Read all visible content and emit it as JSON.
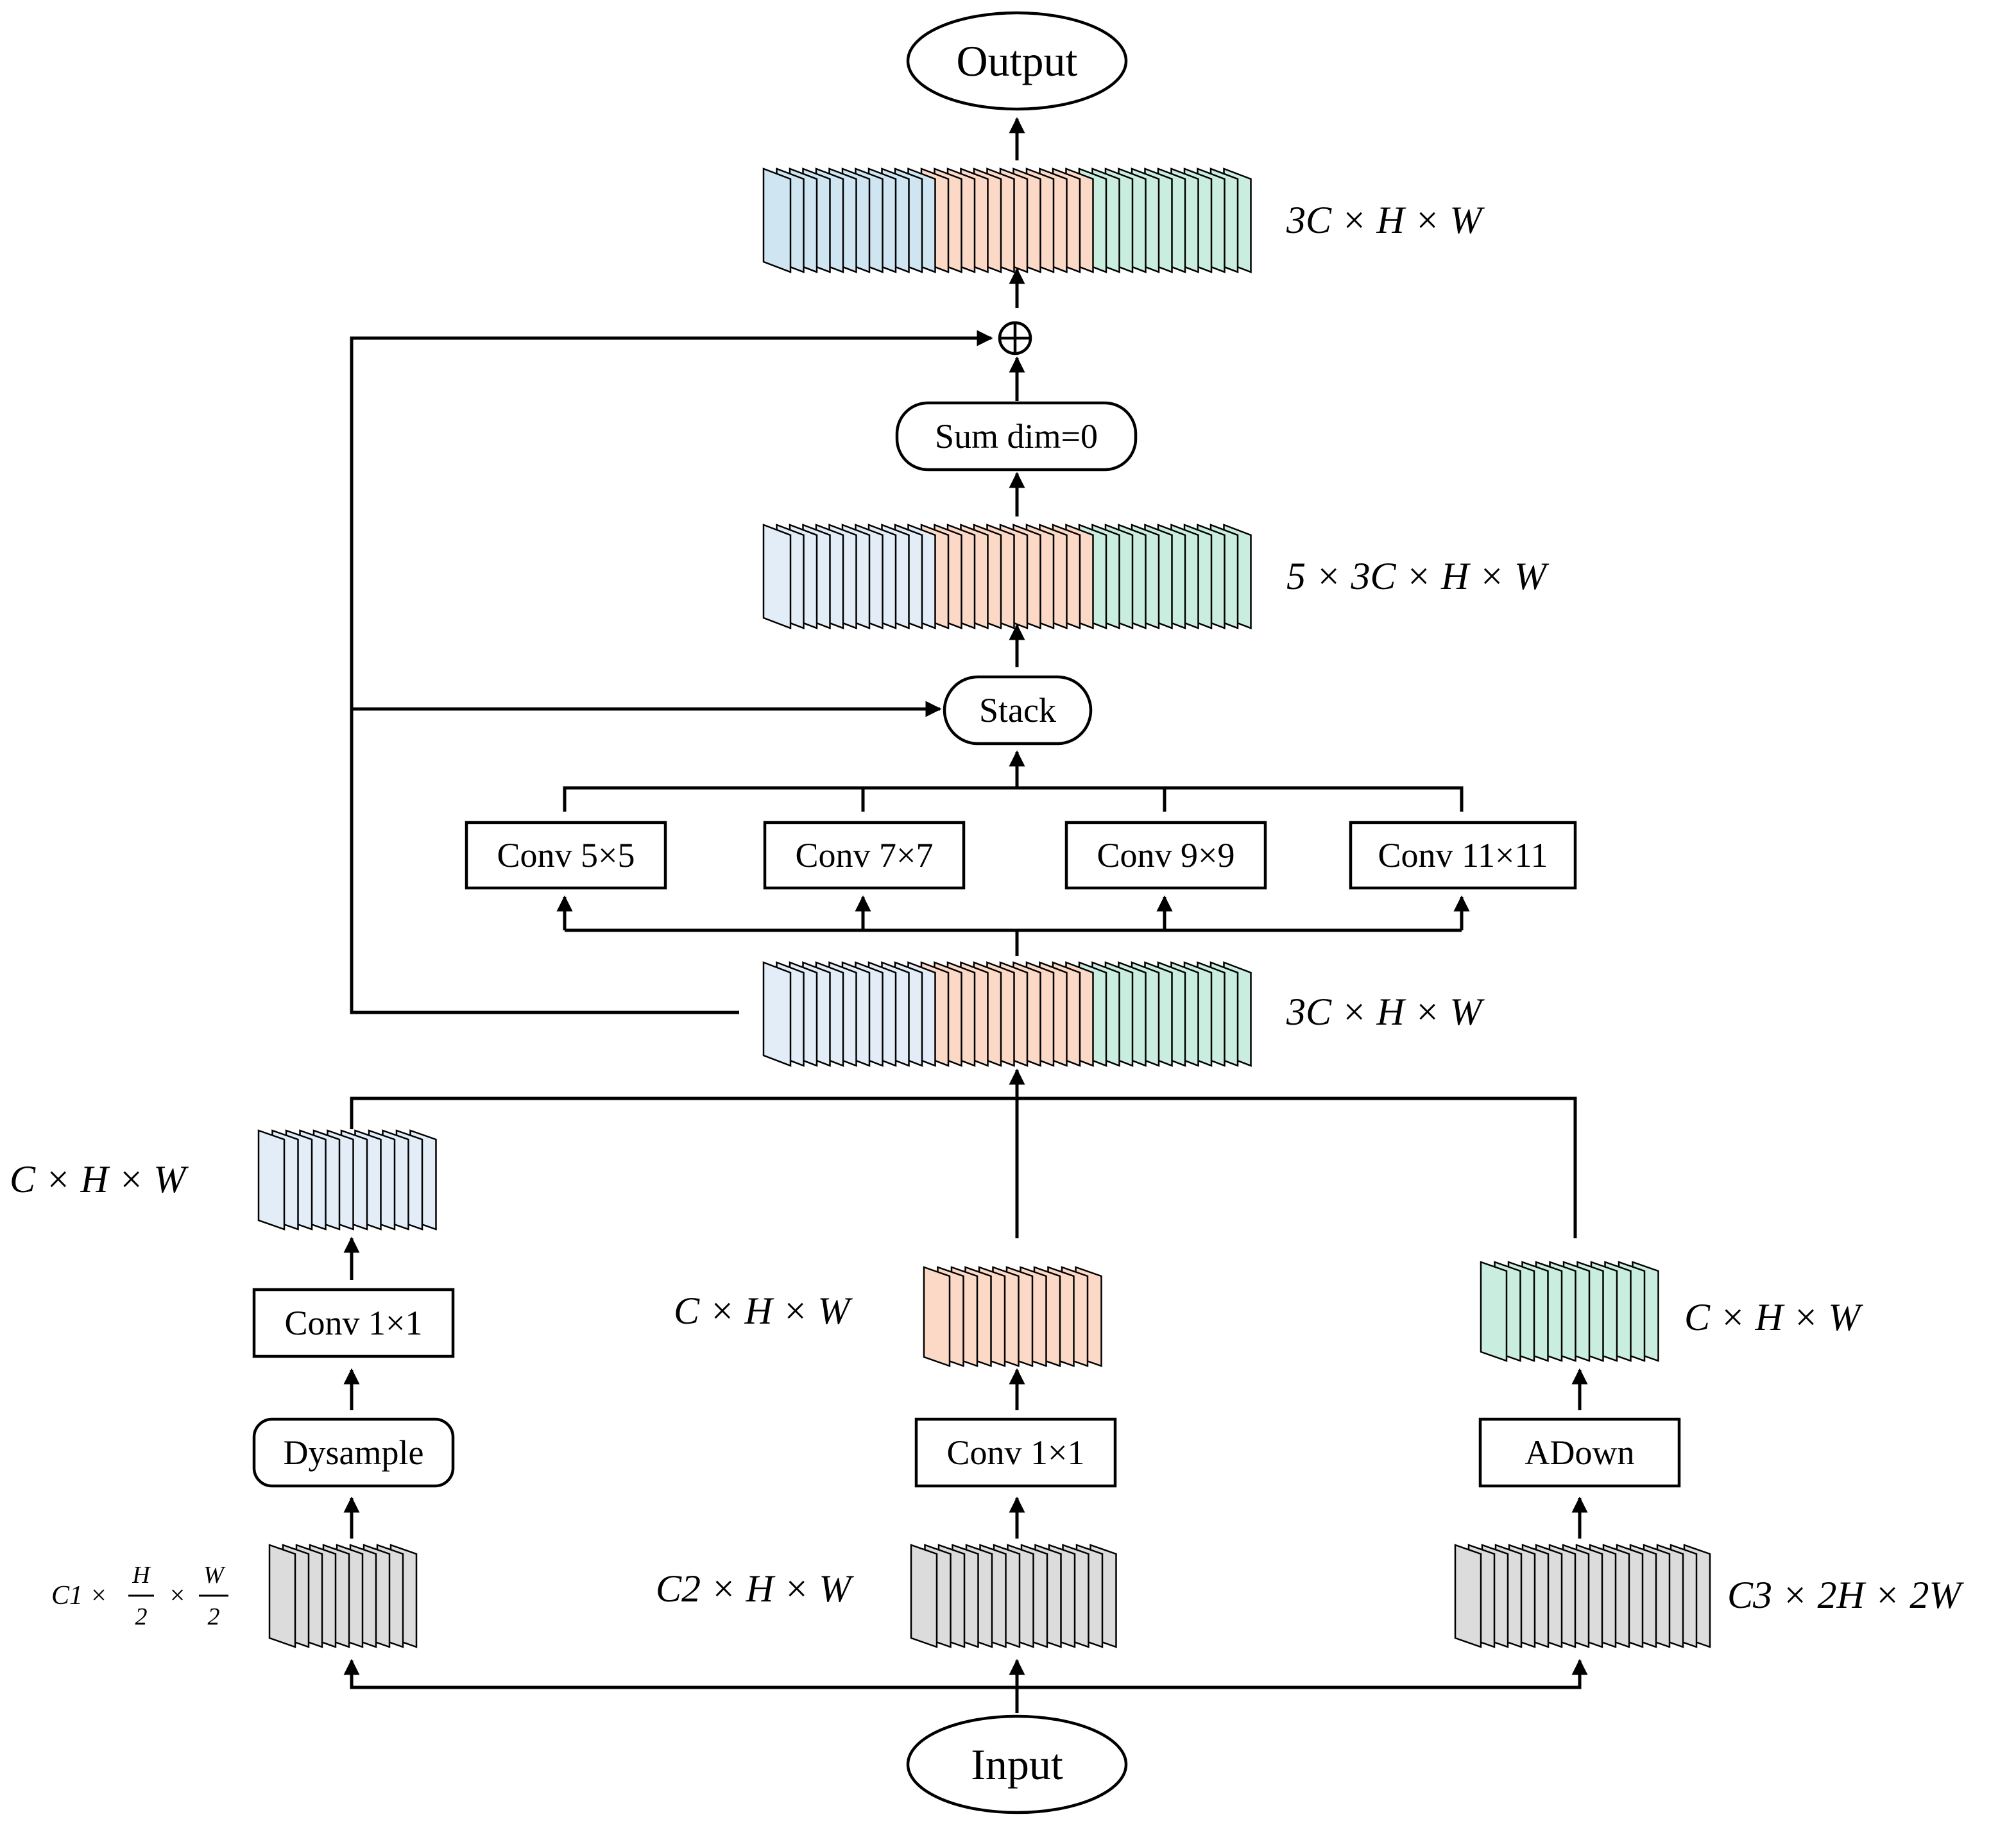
{
  "nodes": {
    "output": "Output",
    "input": "Input",
    "sum": "Sum dim=0",
    "stack": "Stack",
    "conv5": "Conv 5×5",
    "conv7": "Conv 7×7",
    "conv9": "Conv 9×9",
    "conv11": "Conv 11×11",
    "conv1x1_left": "Conv 1×1",
    "conv1x1_mid": "Conv 1×1",
    "dysample": "Dysample",
    "adown": "ADown",
    "add_symbol": "⊕"
  },
  "labels": {
    "out_shape": "3C × H × W",
    "stacked_shape": "5 × 3C × H × W",
    "concat_shape": "3C × H × W",
    "left_feat_shape": "C × H × W",
    "mid_feat_shape": "C × H × W",
    "right_feat_shape": "C × H × W",
    "in1_prefix": "C1 ×",
    "in1_h_num": "H",
    "in1_h_den": "2",
    "in1_times": "×",
    "in1_w_num": "W",
    "in1_w_den": "2",
    "in2_shape": "C2 × H × W",
    "in3_shape": "C3 × 2H × 2W"
  },
  "colors": {
    "blue": "#cfe6f2",
    "light_blue": "#e2edf7",
    "orange": "#fbd9c6",
    "green": "#c9eddf",
    "gray": "#dcdcdc"
  }
}
